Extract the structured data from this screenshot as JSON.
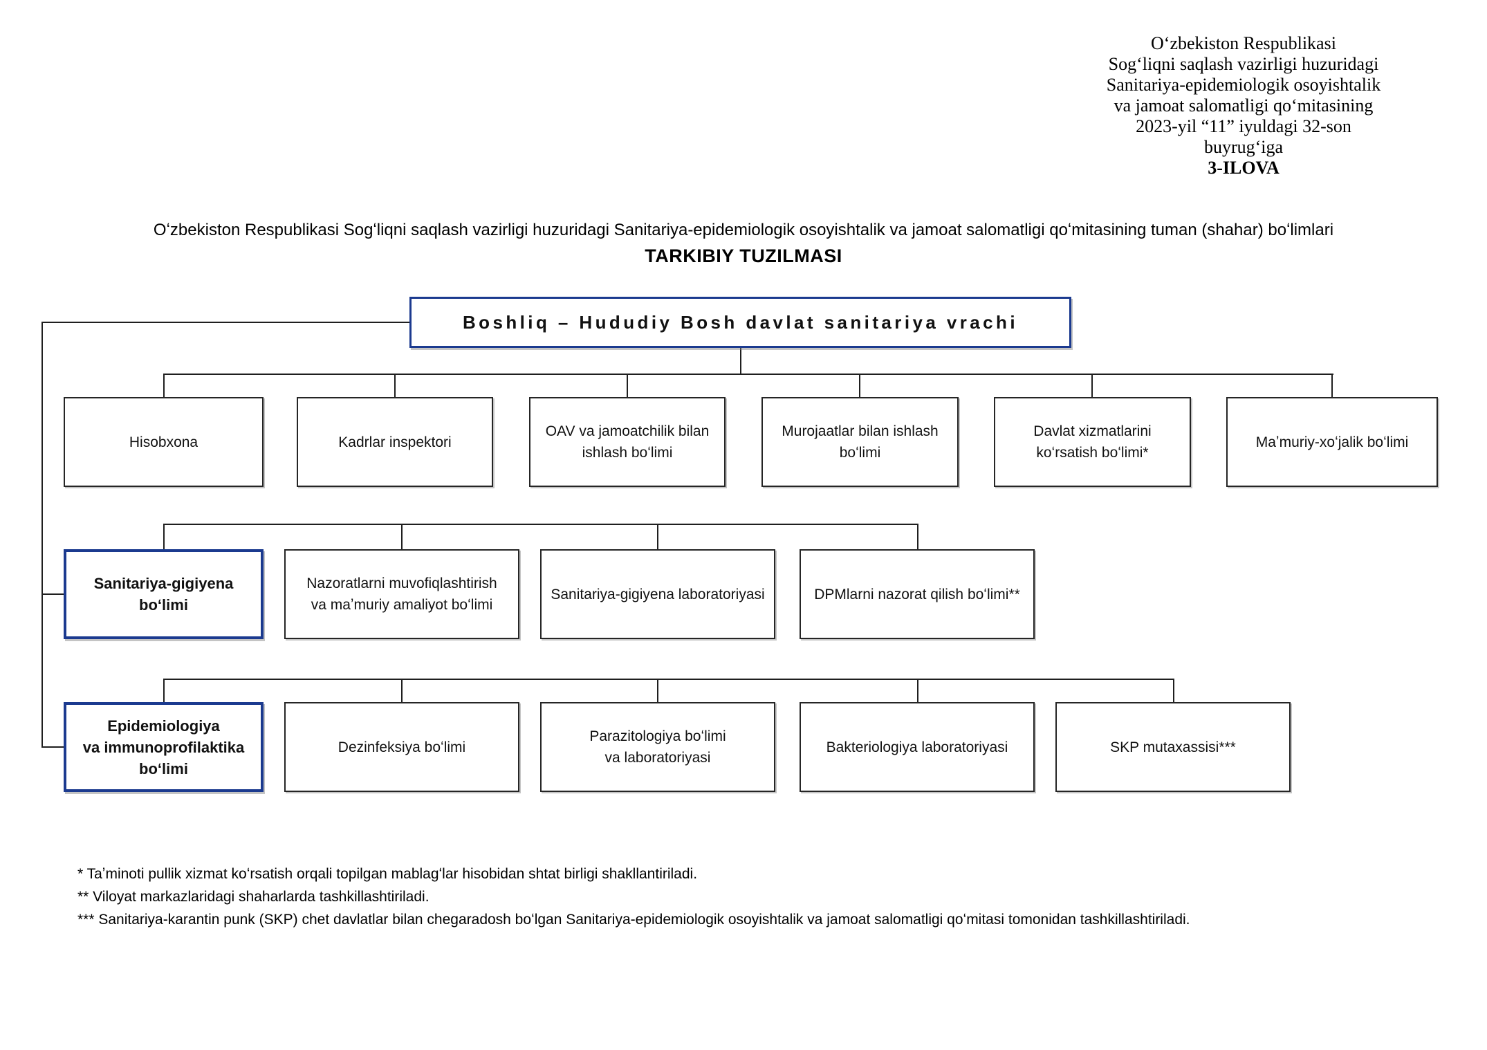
{
  "page": {
    "accent_blue": "#1b3a8f",
    "line_color": "#1f1f1f",
    "background": "#ffffff"
  },
  "header_note": {
    "lines": [
      "Oʻzbekiston Respublikasi",
      "Sogʻliqni saqlash vazirligi huzuridagi",
      "Sanitariya-epidemiologik osoyishtalik",
      "va jamoat salomatligi qoʻmitasining",
      "2023-yil “11” iyuldagi 32-son",
      "buyrugʻiga"
    ],
    "appendix": "3-ILOVA"
  },
  "title": {
    "line1": "Oʻzbekiston Respublikasi Sogʻliqni saqlash vazirligi huzuridagi Sanitariya-epidemiologik osoyishtalik va jamoat salomatligi qoʻmitasining tuman (shahar) boʻlimlari",
    "line2": "TARKIBIY TUZILMASI"
  },
  "chart": {
    "root": {
      "label": "Boshliq – Hududiy Bosh davlat sanitariya vrachi"
    },
    "row1": [
      {
        "label": "Hisobxona"
      },
      {
        "label": "Kadrlar inspektori"
      },
      {
        "label": "OAV va jamoatchilik bilan\nishlash boʻlimi"
      },
      {
        "label": "Murojaatlar bilan ishlash\nboʻlimi"
      },
      {
        "label": "Davlat xizmatlarini\nkoʻrsatish boʻlimi*"
      },
      {
        "label": "Maʼmuriy-xoʻjalik boʻlimi"
      }
    ],
    "row2": [
      {
        "label": "Sanitariya-gigiyena\nboʻlimi",
        "highlight": true
      },
      {
        "label": "Nazoratlarni muvofiqlashtirish\nva maʼmuriy amaliyot boʻlimi"
      },
      {
        "label": "Sanitariya-gigiyena laboratoriyasi"
      },
      {
        "label": "DPMlarni nazorat qilish boʻlimi**"
      }
    ],
    "row3": [
      {
        "label": "Epidemiologiya\nva immunoprofilaktika\nboʻlimi",
        "highlight": true
      },
      {
        "label": "Dezinfeksiya boʻlimi"
      },
      {
        "label": "Parazitologiya boʻlimi\nva laboratoriyasi"
      },
      {
        "label": "Bakteriologiya laboratoriyasi"
      },
      {
        "label": "SKP mutaxassisi***"
      }
    ]
  },
  "footnotes": [
    "* Taʼminoti pullik xizmat koʻrsatish orqali topilgan mablagʻlar hisobidan shtat birligi shakllantiriladi.",
    "** Viloyat markazlaridagi shaharlarda tashkillashtiriladi.",
    "*** Sanitariya-karantin punk (SKP) chet davlatlar bilan chegaradosh boʻlgan Sanitariya-epidemiologik osoyishtalik va jamoat salomatligi qoʻmitasi tomonidan tashkillashtiriladi."
  ]
}
